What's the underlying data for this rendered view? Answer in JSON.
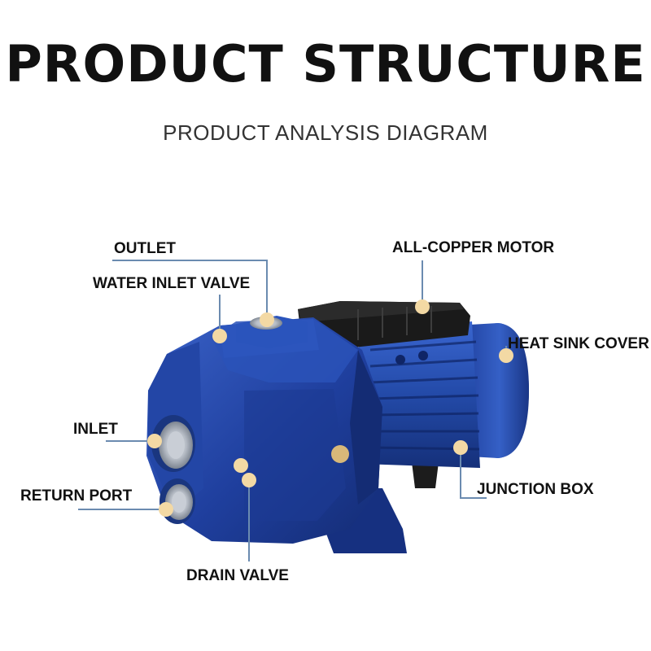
{
  "header": {
    "title": "PRODUCT STRUCTURE",
    "subtitle": "PRODUCT ANALYSIS DIAGRAM"
  },
  "labels": {
    "outlet": "OUTLET",
    "water_inlet_valve": "WATER INLET VALVE",
    "inlet": "INLET",
    "return_port": "RETURN PORT",
    "drain_valve": "DRAIN VALVE",
    "all_copper_motor": "ALL-COPPER MOTOR",
    "heat_sink_cover": "HEAT SINK COVER",
    "junction_box": "JUNCTION BOX"
  },
  "colors": {
    "pump_blue": "#1f3f9e",
    "pump_blue_dark": "#142c74",
    "pump_blue_light": "#3a62c8",
    "leader_line": "#6b8bb0",
    "marker": "#f3d9a4"
  }
}
